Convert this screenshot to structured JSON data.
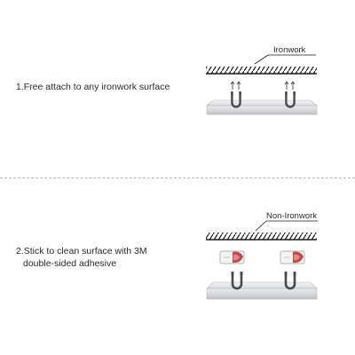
{
  "steps": [
    {
      "text": "1.Free attach to any ironwork surface",
      "surface_label": "Ironwork"
    },
    {
      "text_line1": "2.Stick to clean surface with 3M",
      "text_line2": "double-sided adhesive",
      "surface_label": "Non-Ironwork"
    }
  ],
  "colors": {
    "hatch": "#1a1a1a",
    "bar": "#d9dade",
    "magnet": "#4a4a4a",
    "adhesive": "#c24a4a"
  }
}
